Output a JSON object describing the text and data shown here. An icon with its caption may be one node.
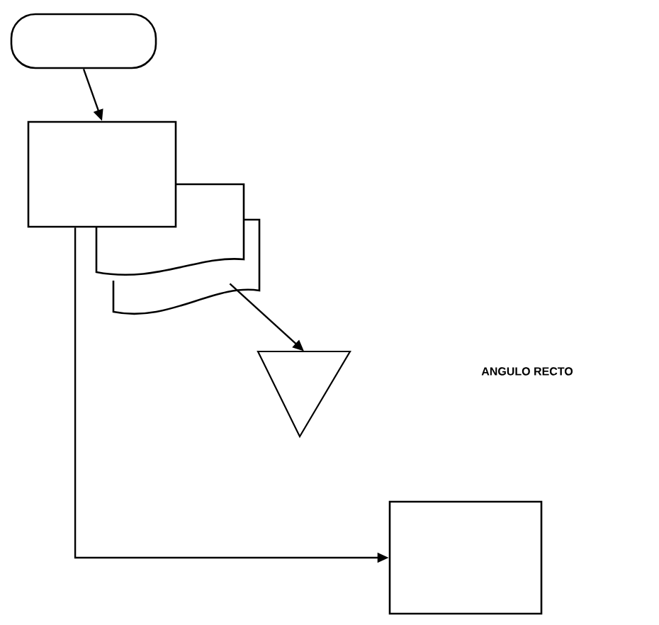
{
  "diagram": {
    "nodes": [
      {
        "text": [],
        "shape": "terminal"
      },
      {
        "text": [],
        "shape": "box"
      },
      {
        "text": [],
        "shape": "document"
      },
      {
        "text": [],
        "shape": "triangle"
      },
      {
        "text": [],
        "shape": "box"
      }
    ],
    "edges": [
      {
        "from": 0,
        "to": 1,
        "arrow": "to"
      },
      {
        "from": 2,
        "to": 3,
        "arrow": "to"
      },
      {
        "from": 1,
        "to": 4,
        "arrow": "to"
      }
    ],
    "labels": [
      "ANGULO RECTO"
    ]
  }
}
